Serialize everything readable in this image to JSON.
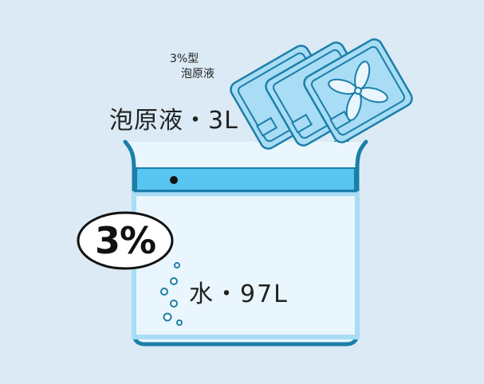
{
  "small_label": {
    "line1": "3%型",
    "line2": "泡原液"
  },
  "foam_label": "泡原液・3L",
  "percent_label": "3%",
  "water_label": "水・97L",
  "colors": {
    "background": "#dbeaf5",
    "outline": "#1a7fa8",
    "foam_layer": "#58c5f0",
    "water": "#eaf6fd",
    "container": "#a9dcf5"
  }
}
